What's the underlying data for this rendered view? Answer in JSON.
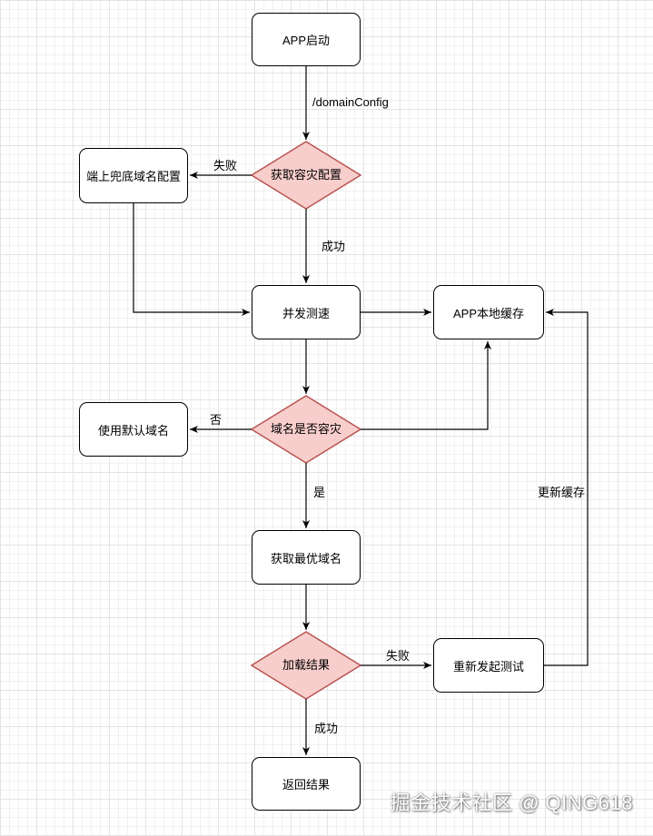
{
  "nodes": {
    "app_start": "APP启动",
    "fallback_config": "端上兜底域名配置",
    "get_dr_config": "获取容灾配置",
    "concurrent_test": "并发测速",
    "app_local_cache": "APP本地缓存",
    "use_default": "使用默认域名",
    "is_dr_domain": "域名是否容灾",
    "get_best": "获取最优域名",
    "load_result": "加载结果",
    "retest": "重新发起测试",
    "return_result": "返回结果"
  },
  "edges": {
    "domain_config": "/domainConfig",
    "fail_1": "失败",
    "success_1": "成功",
    "no": "否",
    "yes": "是",
    "update_cache": "更新缓存",
    "fail_2": "失败",
    "success_2": "成功"
  },
  "colors": {
    "decision_fill": "#f8cecc",
    "decision_stroke": "#b85450",
    "line": "#000000"
  },
  "watermark": "掘金技术社区 @ QING618"
}
